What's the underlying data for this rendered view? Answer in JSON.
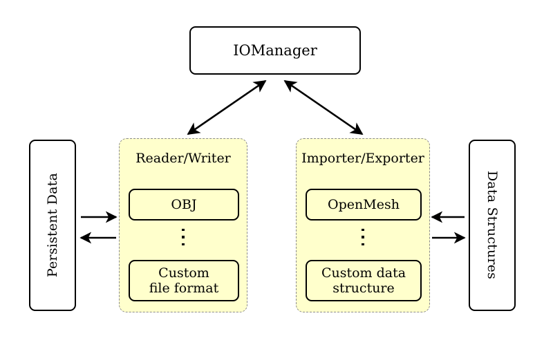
{
  "diagram": {
    "title_node": {
      "label": "IOManager"
    },
    "left_side_box": {
      "label": "Persistent Data",
      "orientation": "vertical-bottom-to-top"
    },
    "right_side_box": {
      "label": "Data Structures",
      "orientation": "vertical-top-to-bottom"
    },
    "groups": [
      {
        "title": "Reader/Writer",
        "nodes": [
          {
            "label": "OBJ"
          },
          {
            "label": "Custom\nfile format"
          }
        ],
        "ellipsis": "vertical-dots"
      },
      {
        "title": "Importer/Exporter",
        "nodes": [
          {
            "label": "OpenMesh"
          },
          {
            "label": "Custom data\nstructure"
          }
        ],
        "ellipsis": "vertical-dots"
      }
    ],
    "connections": [
      {
        "name": "iomanager-to-readerwriter",
        "style": "double-headed-diagonal"
      },
      {
        "name": "iomanager-to-importerexporter",
        "style": "double-headed-diagonal"
      },
      {
        "name": "persistentdata-to-readerwriter",
        "style": "single-head-right"
      },
      {
        "name": "readerwriter-to-persistentdata",
        "style": "single-head-left"
      },
      {
        "name": "datastructures-to-importerexporter",
        "style": "single-head-left"
      },
      {
        "name": "importerexporter-to-datastructures",
        "style": "single-head-right"
      }
    ],
    "colors": {
      "group_fill": "#FFFFCC",
      "group_border": "#8A8A8A",
      "node_border": "#000000",
      "node_fill": "#FFFFFF",
      "arrow": "#000000",
      "background": "#FFFFFF"
    }
  }
}
